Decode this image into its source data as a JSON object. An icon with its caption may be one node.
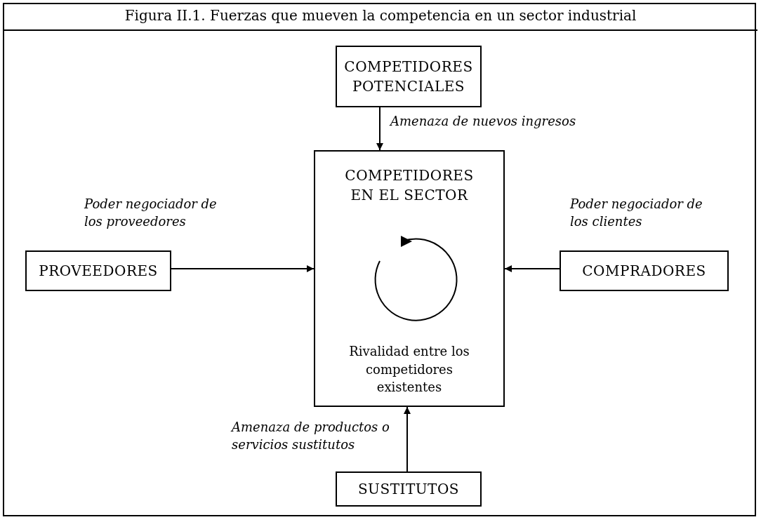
{
  "diagram": {
    "title": "Figura II.1. Fuerzas que mueven la competencia en un sector industrial",
    "nodes": [
      {
        "text": [
          "COMPETIDORES POTENCIALES"
        ]
      },
      {
        "text": [
          "COMPETIDORES EN EL SECTOR",
          "Rivalidad entre los competidores existentes"
        ]
      },
      {
        "text": [
          "PROVEEDORES"
        ]
      },
      {
        "text": [
          "COMPRADORES"
        ]
      },
      {
        "text": [
          "SUSTITUTOS"
        ]
      }
    ],
    "edges": [
      {
        "from": 0,
        "to": 1,
        "arrow": "to",
        "label": "Amenaza de nuevos ingresos"
      },
      {
        "from": 2,
        "to": 1,
        "arrow": "to",
        "label": "Poder negociador de los proveedores"
      },
      {
        "from": 3,
        "to": 1,
        "arrow": "to",
        "label": "Poder negociador de los clientes"
      },
      {
        "from": 4,
        "to": 1,
        "arrow": "to",
        "label": "Amenaza de productos o servicios sustitutos"
      }
    ]
  }
}
